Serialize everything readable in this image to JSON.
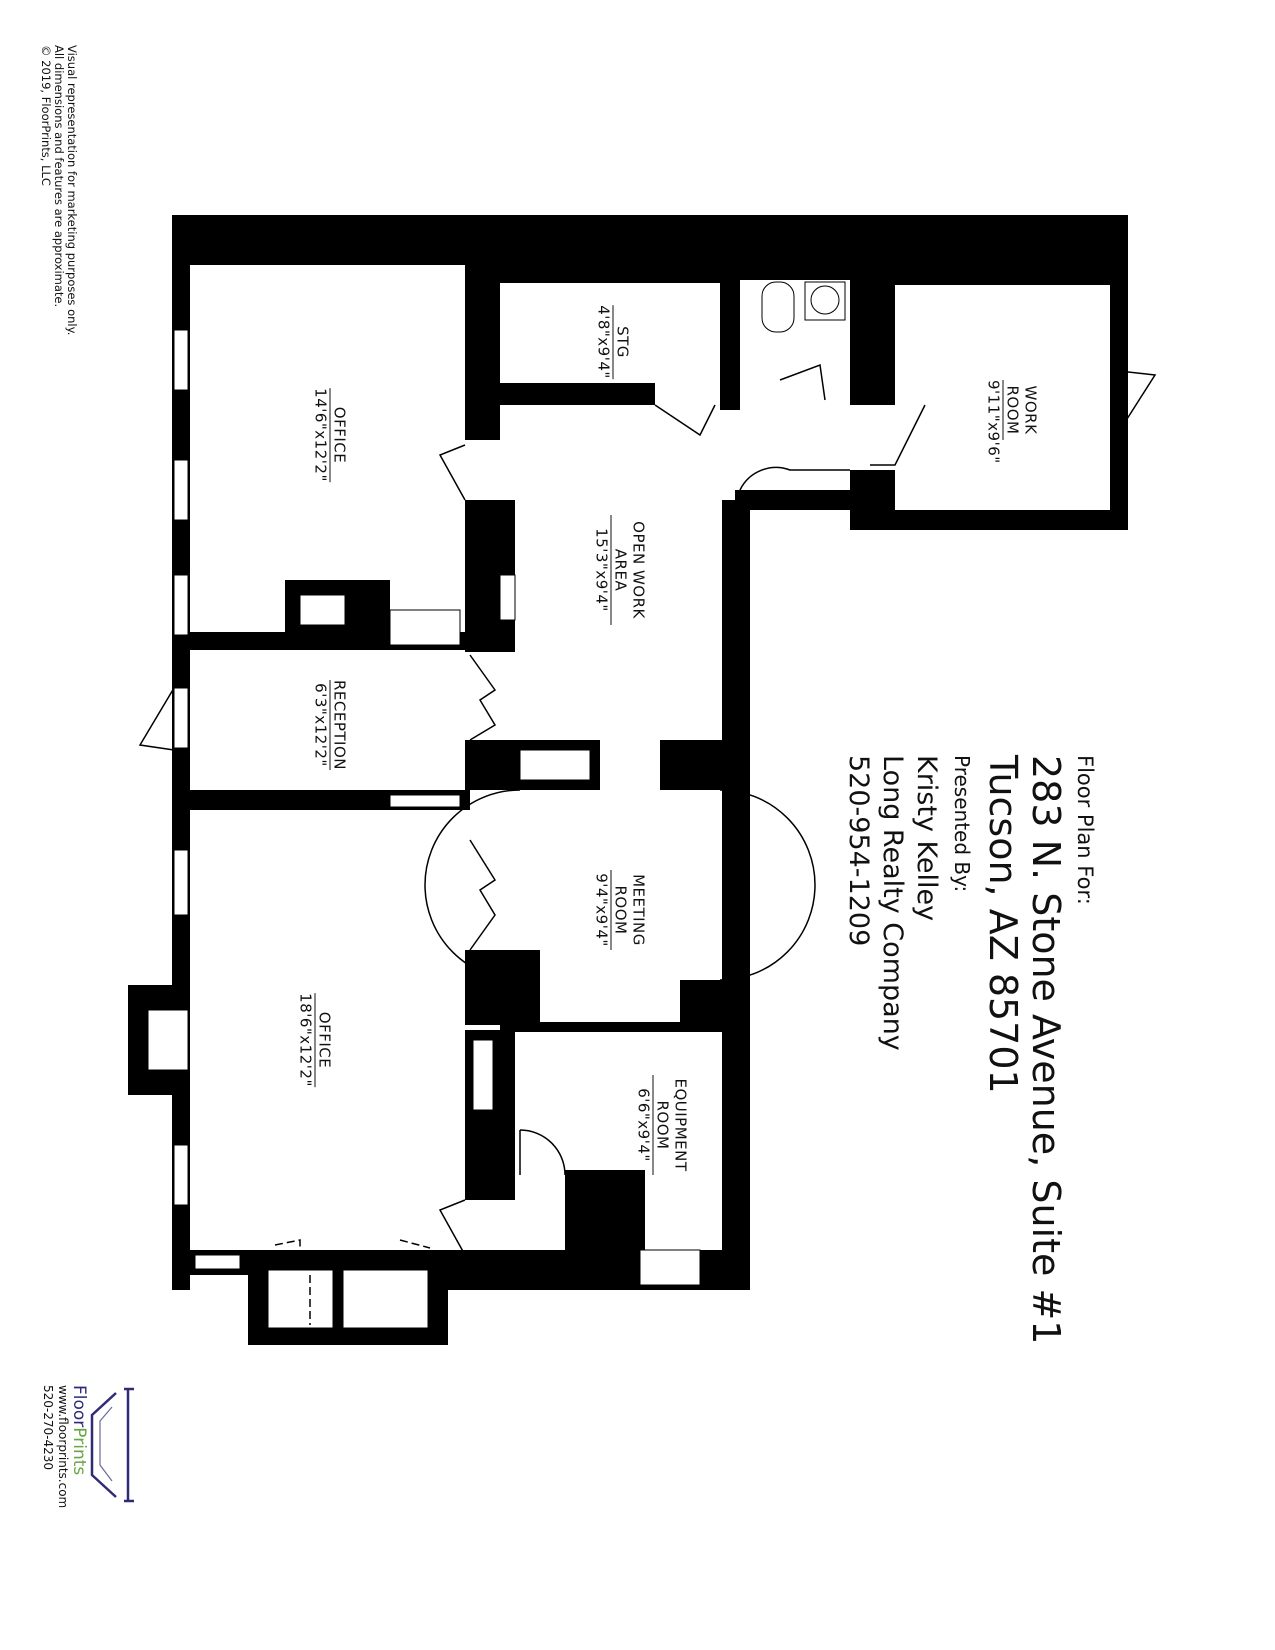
{
  "header": {
    "label": "Floor Plan For:",
    "address_line1": "283 N. Stone Avenue, Suite #1",
    "address_line2": "Tucson, AZ  85701",
    "presented_by_label": "Presented By:",
    "agent_name": "Kristy Kelley",
    "company": "Long Realty Company",
    "phone": "520-954-1209"
  },
  "disclaimer": {
    "line1": "Visual representation for marketing purposes only.",
    "line2": "All dimensions and features are approximate.",
    "line3": "© 2019, FloorPrints, LLC"
  },
  "logo": {
    "brand_part1": "Floor",
    "brand_part2": "Prints",
    "website": "www.floorprints.com",
    "phone": "520-270-4230",
    "colors": {
      "primary": "#2f2b78",
      "accent": "#6aa544"
    }
  },
  "rooms": [
    {
      "name": "OFFICE",
      "dims": "14'6\"x12'2\""
    },
    {
      "name": "STG",
      "dims": "4'8\"x9'4\""
    },
    {
      "name": "WORK ROOM",
      "dims": "9'11\"x9'6\""
    },
    {
      "name": "OPEN WORK AREA",
      "dims": "15'3\"x9'4\""
    },
    {
      "name": "RECEPTION",
      "dims": "6'3\"x12'2\""
    },
    {
      "name": "MEETING ROOM",
      "dims": "9'4\"x9'4\""
    },
    {
      "name": "OFFICE",
      "dims": "18'6\"x12'2\""
    },
    {
      "name": "EQUIPMENT ROOM",
      "dims": "6'6\"x9'4\""
    }
  ]
}
